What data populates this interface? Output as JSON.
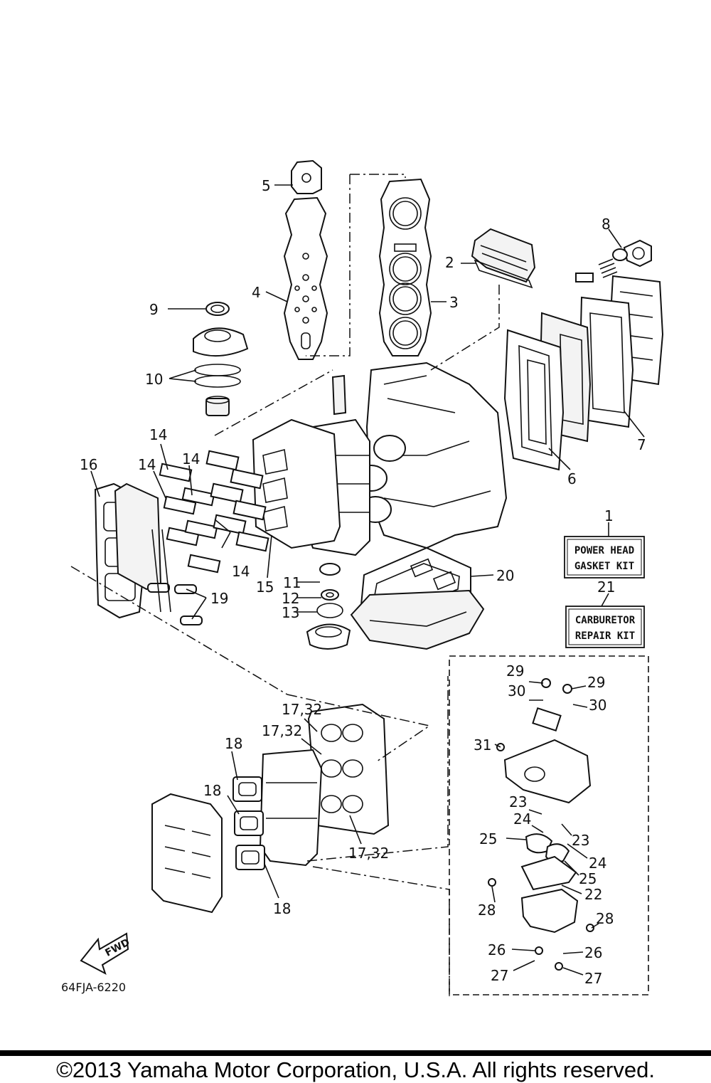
{
  "callouts": {
    "c1": "1",
    "c2": "2",
    "c3": "3",
    "c4": "4",
    "c5": "5",
    "c6": "6",
    "c7": "7",
    "c8": "8",
    "c9": "9",
    "c10": "10",
    "c11": "11",
    "c12": "12",
    "c13": "13",
    "c14a": "14",
    "c14b": "14",
    "c14c": "14",
    "c14d": "14",
    "c15": "15",
    "c16": "16",
    "c17a": "17,32",
    "c17b": "17,32",
    "c17c": "17,32",
    "c18a": "18",
    "c18b": "18",
    "c18c": "18",
    "c19": "19",
    "c20": "20",
    "c21": "21",
    "c22": "22",
    "c23a": "23",
    "c23b": "23",
    "c24a": "24",
    "c24b": "24",
    "c25a": "25",
    "c25b": "25",
    "c26a": "26",
    "c26b": "26",
    "c27a": "27",
    "c27b": "27",
    "c28a": "28",
    "c28b": "28",
    "c29a": "29",
    "c29b": "29",
    "c30a": "30",
    "c30b": "30",
    "c31": "31"
  },
  "kits": {
    "power_head_line1": "POWER HEAD",
    "power_head_line2": "GASKET KIT",
    "carburetor_line1": "CARBURETOR",
    "carburetor_line2": "REPAIR KIT"
  },
  "fwd_label": "FWD",
  "diagram_code": "64FJA-6220",
  "copyright": "©2013 Yamaha Motor Corporation, U.S.A. All rights reserved."
}
